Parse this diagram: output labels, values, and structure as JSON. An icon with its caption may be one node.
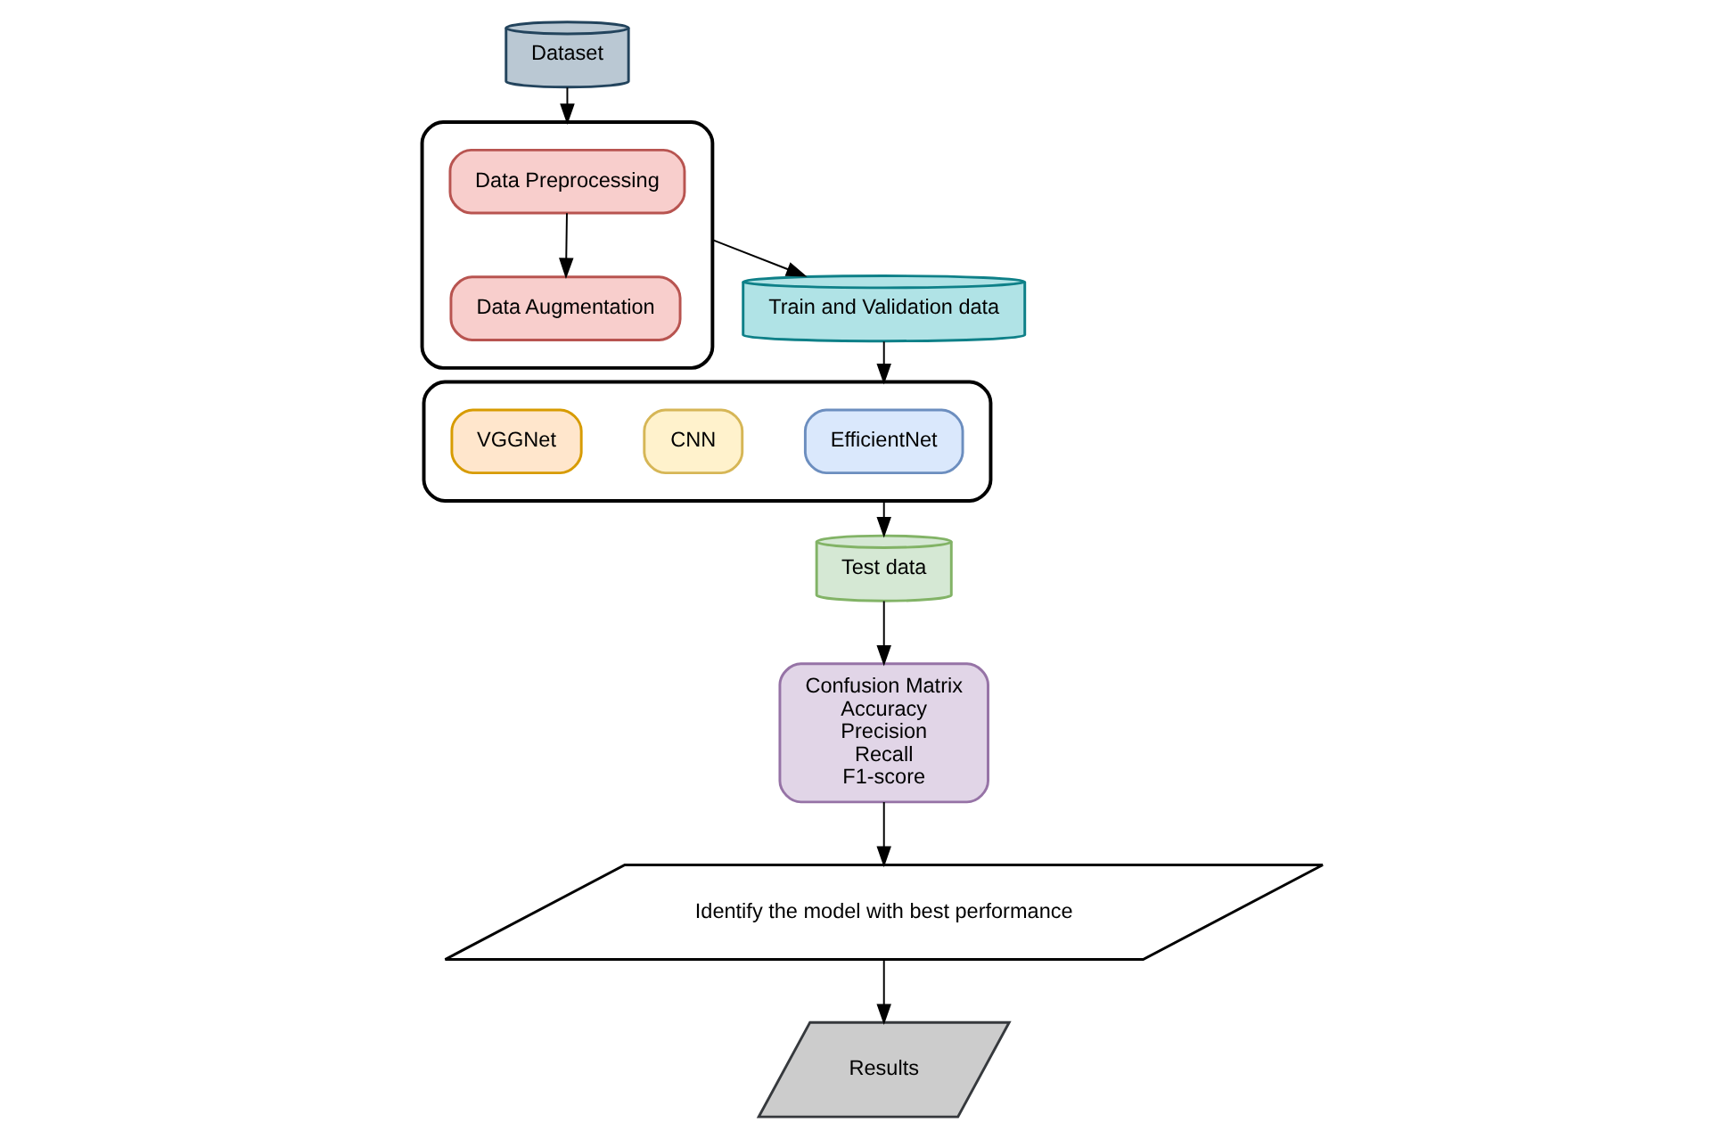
{
  "diagram": {
    "nodes": [
      {
        "text": [
          "Dataset"
        ]
      },
      {
        "text": [],
        "shape": "box"
      },
      {
        "text": [
          "Data Preprocessing"
        ],
        "in": 1
      },
      {
        "text": [
          "Data Augmentation"
        ],
        "in": 1
      },
      {
        "text": [
          "Train and Validation data"
        ]
      },
      {
        "text": [],
        "shape": "box"
      },
      {
        "text": [
          "EfficientNet"
        ],
        "in": 5
      },
      {
        "text": [
          "CNN"
        ],
        "in": 5
      },
      {
        "text": [
          "VGGNet"
        ],
        "in": 5
      },
      {
        "text": [
          "Test data"
        ]
      },
      {
        "text": [
          "Confusion Matrix",
          "Accuracy",
          "Precision",
          "Recall",
          "F1-score"
        ]
      },
      {
        "text": [
          "Identify the model with best performance"
        ]
      },
      {
        "text": [
          "Results"
        ]
      }
    ],
    "edges": [
      {
        "from": 0,
        "to": 1,
        "arrow": "to"
      },
      {
        "from": 2,
        "to": 3,
        "arrow": "to"
      },
      {
        "from": 1,
        "to": 4,
        "arrow": "to"
      },
      {
        "from": 4,
        "to": 5,
        "arrow": "to"
      },
      {
        "from": 5,
        "to": 9,
        "arrow": "to"
      },
      {
        "from": 9,
        "to": 10,
        "arrow": "to"
      },
      {
        "from": 10,
        "to": 11,
        "arrow": "to"
      },
      {
        "from": 11,
        "to": 12,
        "arrow": "to"
      }
    ]
  }
}
